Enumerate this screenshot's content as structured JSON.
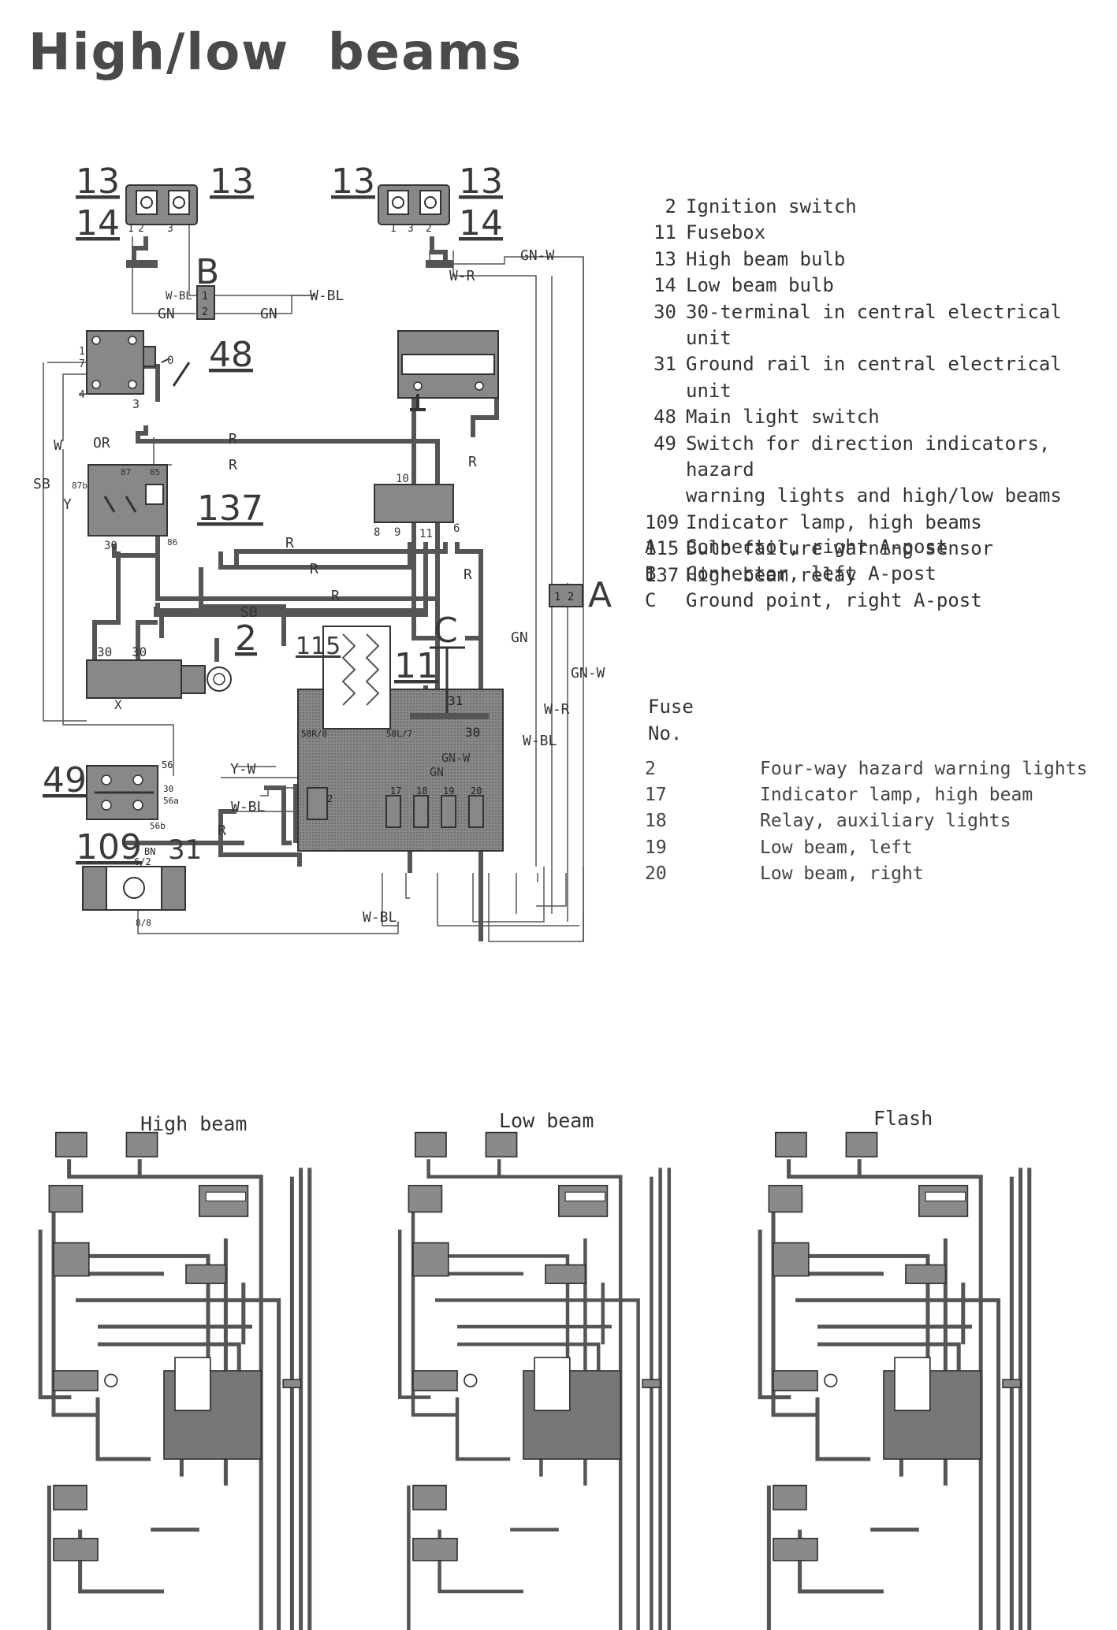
{
  "title": "High/low  beams",
  "legend": [
    {
      "num": "2",
      "text": "Ignition switch"
    },
    {
      "num": "11",
      "text": "Fusebox"
    },
    {
      "num": "13",
      "text": "High beam bulb"
    },
    {
      "num": "14",
      "text": "Low beam bulb"
    },
    {
      "num": "30",
      "text": "30-terminal in central electrical unit"
    },
    {
      "num": "31",
      "text": "Ground rail in central electrical unit"
    },
    {
      "num": "48",
      "text": "Main light switch"
    },
    {
      "num": "49",
      "text": "Switch for direction indicators, hazard"
    },
    {
      "num": "",
      "text": "warning lights and high/low beams"
    },
    {
      "num": "109",
      "text": "Indicator lamp, high beams"
    },
    {
      "num": "115",
      "text": "Bulb failure warning sensor"
    },
    {
      "num": "137",
      "text": "High beam relay"
    }
  ],
  "connectors": [
    {
      "letter": "A",
      "text": "Connector, right A-post"
    },
    {
      "letter": "B",
      "text": "Connector, left A-post"
    },
    {
      "letter": "C",
      "text": "Ground point, right A-post"
    }
  ],
  "fuse_header": [
    "Fuse",
    "No."
  ],
  "fuses": [
    {
      "no": "2",
      "text": "Four-way hazard warning lights"
    },
    {
      "no": "17",
      "text": "Indicator lamp, high beam"
    },
    {
      "no": "18",
      "text": "Relay, auxiliary lights"
    },
    {
      "no": "19",
      "text": "Low beam, left"
    },
    {
      "no": "20",
      "text": "Low beam, right"
    }
  ],
  "component_labels": {
    "c13a": "13",
    "c14a": "14",
    "c13b": "13",
    "c13c": "13",
    "c13d": "13",
    "c14b": "14",
    "cB": "B",
    "c48": "48",
    "c137": "137",
    "c2": "2",
    "c11": "11",
    "c115": "115",
    "cC": "C",
    "cA": "A",
    "c49": "49",
    "c109": "109",
    "c31": "31"
  },
  "wire_labels": {
    "gnw_top": "GN-W",
    "wr_top": "W-R",
    "wbl_b": "W-BL",
    "wbl_mid": "W-BL",
    "gn_b": "GN",
    "gn_mid": "GN",
    "w": "W",
    "or": "OR",
    "sb": "SB",
    "y": "Y",
    "r1": "R",
    "r2": "R",
    "r3": "R",
    "r4": "R",
    "r5": "R",
    "r6": "R",
    "r_low": "R",
    "sb_mid": "SB",
    "gn_right": "GN",
    "gnw_right": "GN-W",
    "wr_right": "W-R",
    "wbl_right": "W-BL",
    "yw": "Y-W",
    "wbl_49": "W-BL",
    "wbl_bottom": "W-BL",
    "gnw_fuse": "GN-W",
    "gn_fuse": "GN"
  },
  "pin_labels": {
    "p1": "1",
    "p2": "2",
    "p3": "3",
    "p4": "4",
    "p7": "7",
    "p30a": "30",
    "p30b": "30",
    "p30c": "30",
    "p31": "31",
    "px": "X",
    "p87b": "87b",
    "p87": "87",
    "p85": "85",
    "p86": "86",
    "p30r": "30",
    "p10": "10",
    "p8": "8",
    "p9": "9",
    "p11": "11",
    "p6": "6",
    "p56": "56",
    "p56a": "56a",
    "p56b": "56b",
    "p30s": "30",
    "f58r": "58R/8",
    "f58l": "58L/7",
    "f_fuse2": "2",
    "f17": "17",
    "f18": "18",
    "f19": "19",
    "f20": "20",
    "bn": "BN",
    "b62": "6/2",
    "b88": "8/8",
    "conn12a": "1 2",
    "connb1": "1",
    "connb2": "2",
    "lamp1": "1",
    "lamp2": "2",
    "lamp3": "3",
    "s0": "0"
  },
  "small_diagrams": [
    "High beam",
    "Low beam",
    "Flash"
  ]
}
